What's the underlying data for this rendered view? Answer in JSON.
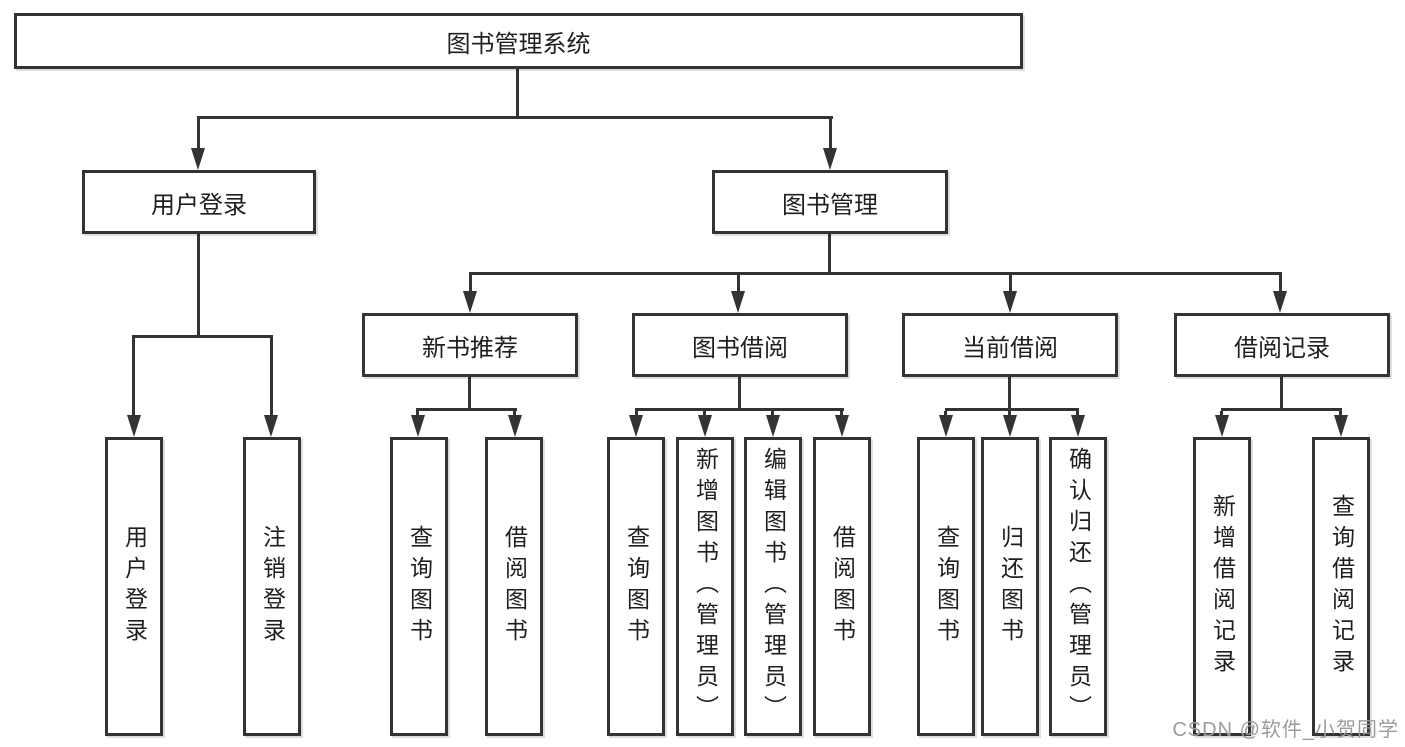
{
  "diagram": {
    "title": "图书管理系统",
    "type": "tree",
    "colors": {
      "line": "#333333",
      "node_border": "#333333",
      "node_background": "#ffffff",
      "text": "#1f1f1f",
      "watermark": "#9c9c9c",
      "background": "#ffffff"
    },
    "watermark": "CSDN @软件_小贺同学",
    "nodes": {
      "root": {
        "label": "图书管理系统"
      },
      "login": {
        "label": "用户登录",
        "children": [
          {
            "label": "用户登录"
          },
          {
            "label": "注销登录"
          }
        ]
      },
      "mgmt": {
        "label": "图书管理",
        "children": [
          {
            "label": "新书推荐",
            "children": [
              {
                "label": "查询图书"
              },
              {
                "label": "借阅图书"
              }
            ]
          },
          {
            "label": "图书借阅",
            "children": [
              {
                "label": "查询图书"
              },
              {
                "label": "新增图书（管理员）"
              },
              {
                "label": "编辑图书（管理员）"
              },
              {
                "label": "借阅图书"
              }
            ]
          },
          {
            "label": "当前借阅",
            "children": [
              {
                "label": "查询图书"
              },
              {
                "label": "归还图书"
              },
              {
                "label": "确认归还（管理员）"
              }
            ]
          },
          {
            "label": "借阅记录",
            "children": [
              {
                "label": "新增借阅记录"
              },
              {
                "label": "查询借阅记录"
              }
            ]
          }
        ]
      }
    }
  }
}
